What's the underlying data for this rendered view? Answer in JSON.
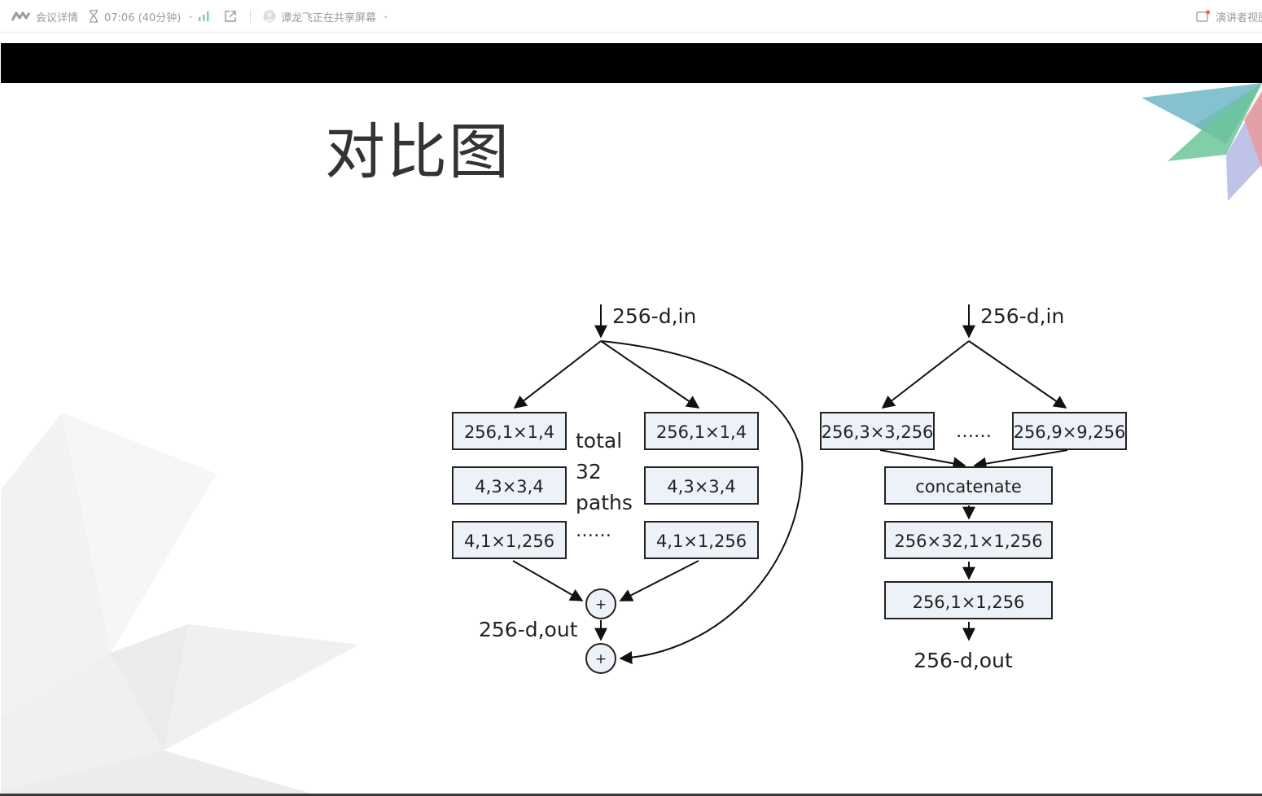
{
  "toolbar": {
    "meeting_details": "会议详情",
    "timer": "07:06 (40分钟)",
    "sharing_status": "谭龙飞正在共享屏幕",
    "presenter_view": "演讲者视图"
  },
  "slide": {
    "title": "对比图"
  },
  "diagram_left": {
    "input_label": "256-d,in",
    "path_a": [
      "256,1×1,4",
      "4,3×3,4",
      "4,1×1,256"
    ],
    "path_b": [
      "256,1×1,4",
      "4,3×3,4",
      "4,1×1,256"
    ],
    "note_lines": [
      "total",
      "32",
      "paths",
      "……"
    ],
    "sum_symbol": "+",
    "mid_label": "256-d,out",
    "final_sum_symbol": "+"
  },
  "diagram_right": {
    "input_label": "256-d,in",
    "branch_first": "256,3×3,256",
    "branch_ellipsis": "……",
    "branch_last": "256,9×9,256",
    "stack": [
      "concatenate",
      "256×32,1×1,256",
      "256,1×1,256"
    ],
    "output_label": "256-d,out"
  },
  "colors": {
    "box_fill": "#edf2f9",
    "box_stroke": "#222222",
    "toolbar_text": "#9a9a9a",
    "accent_teal": "#5aaebd",
    "accent_green": "#6cc59a",
    "accent_purple": "#b8bde6",
    "accent_red": "#e89a9a"
  }
}
